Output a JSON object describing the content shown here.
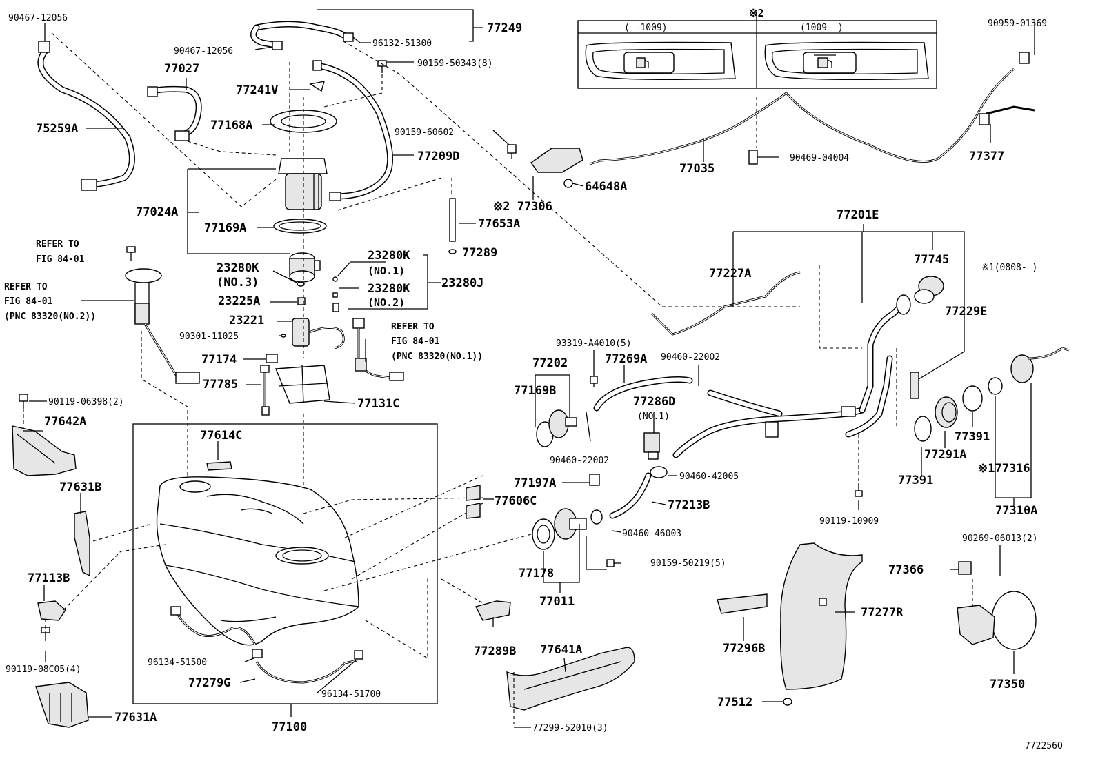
{
  "diagram_id": "77225",
  "labels": {
    "p90467a": "90467-12056",
    "p90467b": "90467-12056",
    "p96132": "96132-51300",
    "p77249": "77249",
    "p77027": "77027",
    "p90159_50343": "90159-50343(8)",
    "p77241v": "77241V",
    "p77168a": "77168A",
    "p75259a": "75259A",
    "p90159_60602": "90159-60602",
    "p77209d": "77209D",
    "p77024a": "77024A",
    "p77169a": "77169A",
    "p77653a": "77653A",
    "p77306": "※2 77306",
    "p64648a": "64648A",
    "p77035": "77035",
    "p90469": "90469-04004",
    "p90959": "90959-01369",
    "p77377": "77377",
    "note2": "※2",
    "range_a": "(   -1009)",
    "range_b": "(1009-    )",
    "refer1a": "REFER TO",
    "refer1b": "FIG 84-01",
    "refer2a": "REFER TO",
    "refer2b": "FIG 84-01",
    "refer2c": "(PNC 83320(NO.2))",
    "refer3a": "REFER TO",
    "refer3b": "FIG 84-01",
    "refer3c": "(PNC 83320(NO.1))",
    "p23280k_no3a": "23280K",
    "p23280k_no3b": "(NO.3)",
    "p23280k_no1a": "23280K",
    "p23280k_no1b": "(NO.1)",
    "p23280k_no2a": "23280K",
    "p23280k_no2b": "(NO.2)",
    "p23280j": "23280J",
    "p77289": "77289",
    "p23225a": "23225A",
    "p23221": "23221",
    "p90301": "90301-11025",
    "p77174": "77174",
    "p77785": "77785",
    "p77131c": "77131C",
    "p90119_06398": "90119-06398(2)",
    "p77642a": "77642A",
    "p77614c": "77614C",
    "p77631b": "77631B",
    "p77113b": "77113B",
    "p90119_08c05": "90119-08C05(4)",
    "p96134_51500": "96134-51500",
    "p77279g": "77279G",
    "p96134_51700": "96134-51700",
    "p77631a": "77631A",
    "p77100": "77100",
    "p93319": "93319-A4010(5)",
    "p77202": "77202",
    "p77269a": "77269A",
    "p90460_22002a": "90460-22002",
    "p77169b": "77169B",
    "p77286d": "77286D",
    "p77286d_no": "(NO.1)",
    "p90460_22002b": "90460-22002",
    "p90460_42005": "90460-42005",
    "p77197a": "77197A",
    "p77606c": "77606C",
    "p77213b": "77213B",
    "p90460_46003": "90460-46003",
    "p77178": "77178",
    "p90159_50219": "90159-50219(5)",
    "p77011": "77011",
    "p77289b": "77289B",
    "p77641a": "77641A",
    "p77299": "77299-52010(3)",
    "p77201e": "77201E",
    "p77227a": "77227A",
    "p77745": "77745",
    "note1": "※1(0808-   )",
    "p77229e": "77229E",
    "p77391a": "77391",
    "p77291a": "77291A",
    "p77391b": "77391",
    "p77316": "※177316",
    "p77310a": "77310A",
    "p90119_10909": "90119-10909",
    "p90269": "90269-06013(2)",
    "p77366": "77366",
    "p77277r": "77277R",
    "p77296b": "77296B",
    "p77350": "77350",
    "p77512": "77512",
    "figure_code": "77225​6O"
  },
  "icons": {
    "fuel_pump_icon_a": "fuel-pump-icon",
    "fuel_pump_icon_b": "fuel-pump-icon"
  }
}
